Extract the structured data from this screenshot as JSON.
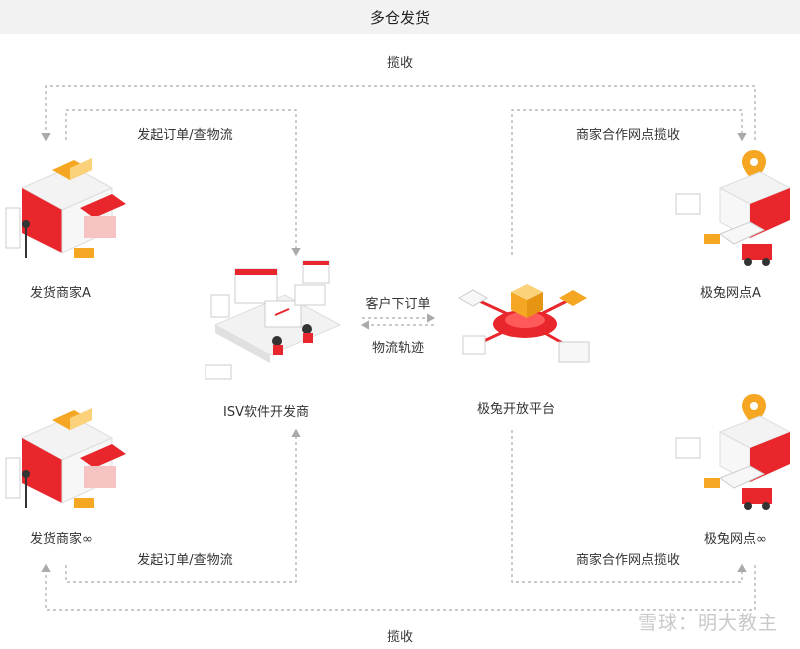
{
  "title": "多仓发货",
  "labels": {
    "top_pickup": "揽收",
    "bottom_pickup": "揽收",
    "order_query_top": "发起订单/查物流",
    "order_query_bottom": "发起订单/查物流",
    "partner_pickup_top": "商家合作网点揽收",
    "partner_pickup_bottom": "商家合作网点揽收",
    "customer_order": "客户下订单",
    "logistics_track": "物流轨迹"
  },
  "nodes": {
    "merchant_a": "发货商家A",
    "merchant_inf": "发货商家∞",
    "isv": "ISV软件开发商",
    "platform": "极兔开放平台",
    "outlet_a": "极兔网点A",
    "outlet_inf": "极兔网点∞"
  },
  "watermark": "雪球：明大教主",
  "colors": {
    "red": "#e8262b",
    "orange": "#f5a623",
    "line": "#aaaaaa"
  }
}
